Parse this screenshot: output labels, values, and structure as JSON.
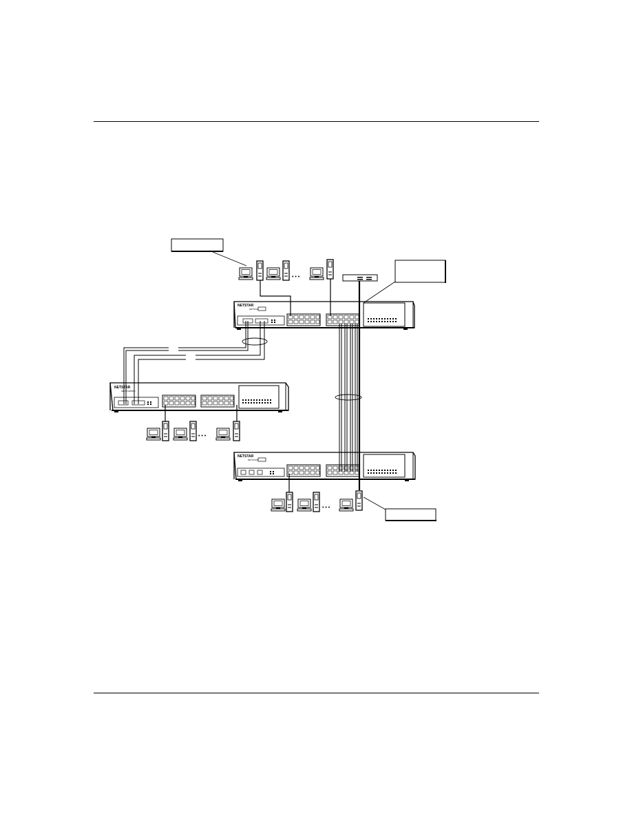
{
  "page": {
    "top_rule": "",
    "bottom_rule": ""
  },
  "diagram": {
    "switches": [
      {
        "id": "core",
        "brand": "NETSTAR",
        "model": "NETSTAR5500"
      },
      {
        "id": "left",
        "brand": "NETSTAR",
        "model": "NETSTAR5500"
      },
      {
        "id": "bottom",
        "brand": "NETSTAR",
        "model": "NETSTAR5500"
      }
    ],
    "callouts": [
      {
        "id": "top-left",
        "text": ""
      },
      {
        "id": "top-right",
        "text": ""
      },
      {
        "id": "bottom-right",
        "text": ""
      }
    ],
    "ellipsis": "• • •",
    "colors": {
      "line": "#000000",
      "background": "#ffffff"
    }
  }
}
